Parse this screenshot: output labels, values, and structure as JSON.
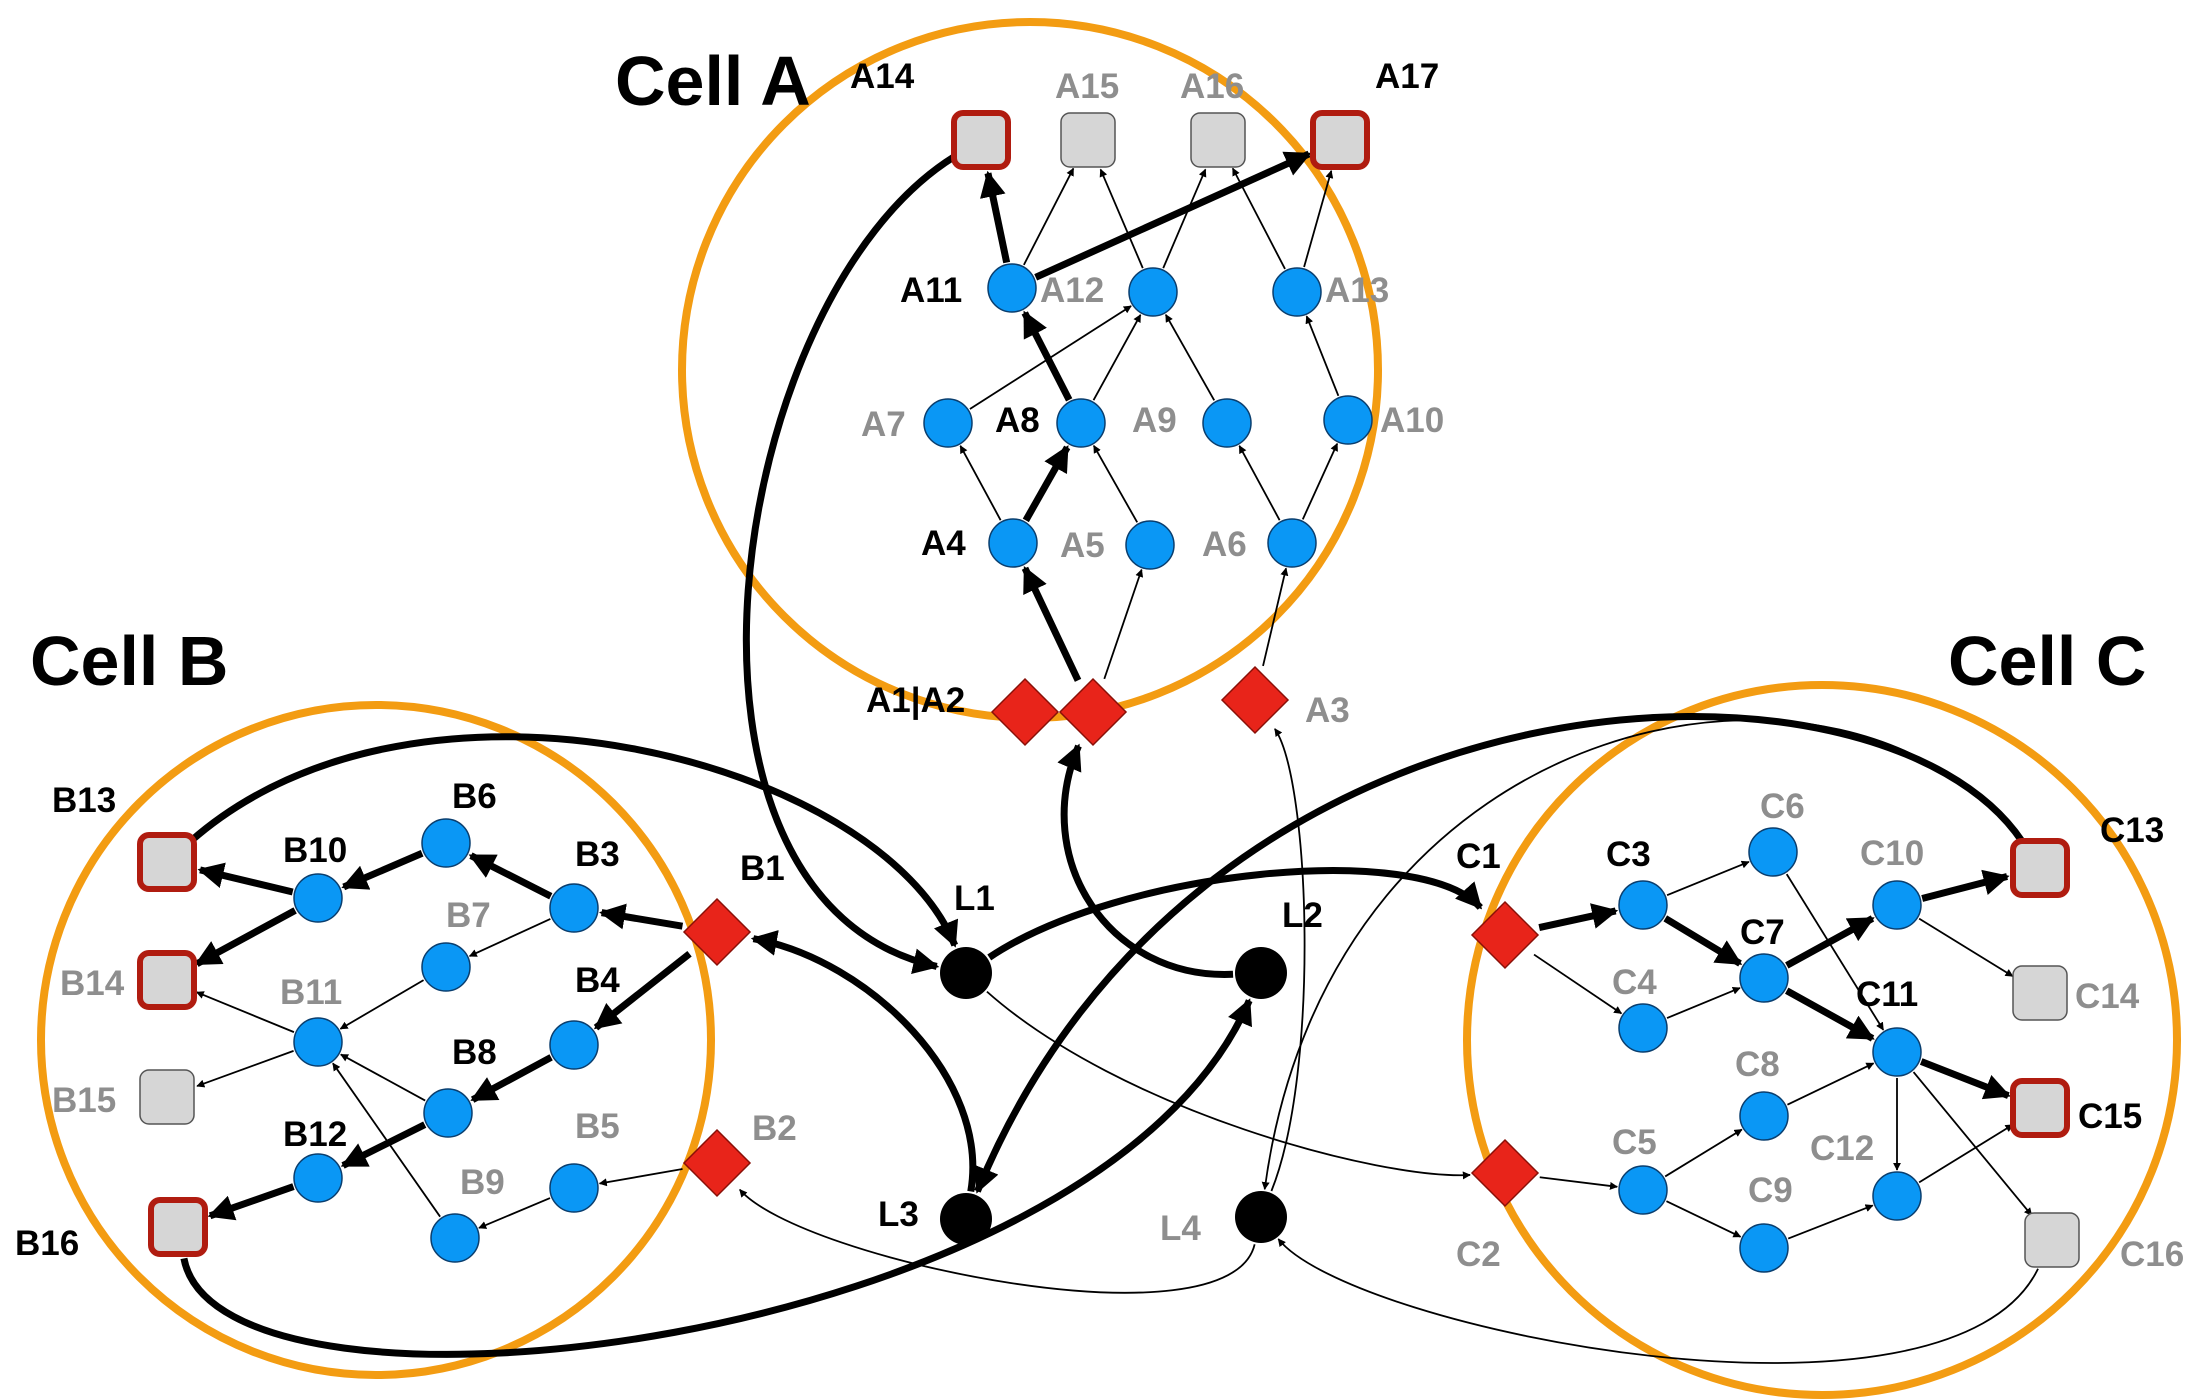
{
  "titles": {
    "cell_a": "Cell A",
    "cell_b": "Cell B",
    "cell_c": "Cell C"
  },
  "colors": {
    "cell_border": "#F39C12",
    "neuron": "#0A97F5",
    "input": "#E8241A",
    "output_fill": "#D6D6D6",
    "output_active_border": "#B01C10",
    "link_node": "#000000",
    "active_label": "#000000",
    "inactive_label": "#8E8E8E"
  },
  "labels": {
    "A1A2": "A1|A2",
    "A3": "A3",
    "A4": "A4",
    "A5": "A5",
    "A6": "A6",
    "A7": "A7",
    "A8": "A8",
    "A9": "A9",
    "A10": "A10",
    "A11": "A11",
    "A12": "A12",
    "A13": "A13",
    "A14": "A14",
    "A15": "A15",
    "A16": "A16",
    "A17": "A17",
    "B1": "B1",
    "B2": "B2",
    "B3": "B3",
    "B4": "B4",
    "B5": "B5",
    "B6": "B6",
    "B7": "B7",
    "B8": "B8",
    "B9": "B9",
    "B10": "B10",
    "B11": "B11",
    "B12": "B12",
    "B13": "B13",
    "B14": "B14",
    "B15": "B15",
    "B16": "B16",
    "C1": "C1",
    "C2": "C2",
    "C3": "C3",
    "C4": "C4",
    "C5": "C5",
    "C6": "C6",
    "C7": "C7",
    "C8": "C8",
    "C9": "C9",
    "C10": "C10",
    "C11": "C11",
    "C12": "C12",
    "C13": "C13",
    "C14": "C14",
    "C15": "C15",
    "C16": "C16",
    "L1": "L1",
    "L2": "L2",
    "L3": "L3",
    "L4": "L4"
  },
  "node_types": {
    "input": [
      "A1",
      "A2",
      "A3",
      "B1",
      "B2",
      "C1",
      "C2"
    ],
    "neuron": [
      "A4",
      "A5",
      "A6",
      "A7",
      "A8",
      "A9",
      "A10",
      "A11",
      "A12",
      "A13",
      "B3",
      "B4",
      "B5",
      "B6",
      "B7",
      "B8",
      "B9",
      "B10",
      "B11",
      "B12",
      "C3",
      "C4",
      "C5",
      "C6",
      "C7",
      "C8",
      "C9",
      "C10",
      "C11",
      "C12"
    ],
    "output": [
      "A14",
      "A15",
      "A16",
      "A17",
      "B13",
      "B14",
      "B15",
      "B16",
      "C13",
      "C14",
      "C15",
      "C16"
    ],
    "link": [
      "L1",
      "L2",
      "L3",
      "L4"
    ]
  },
  "active_outputs": [
    "A14",
    "A17",
    "B13",
    "B14",
    "B16",
    "C13",
    "C15"
  ],
  "edges": [
    [
      "A2",
      "A4",
      1
    ],
    [
      "A2",
      "A5",
      0
    ],
    [
      "A3",
      "A6",
      0
    ],
    [
      "A4",
      "A7",
      0
    ],
    [
      "A4",
      "A8",
      1
    ],
    [
      "A5",
      "A8",
      0
    ],
    [
      "A6",
      "A9",
      0
    ],
    [
      "A6",
      "A10",
      0
    ],
    [
      "A7",
      "A12",
      0
    ],
    [
      "A8",
      "A11",
      1
    ],
    [
      "A8",
      "A12",
      0
    ],
    [
      "A9",
      "A12",
      0
    ],
    [
      "A10",
      "A13",
      0
    ],
    [
      "A11",
      "A14",
      1
    ],
    [
      "A11",
      "A15",
      0
    ],
    [
      "A11",
      "A17",
      1
    ],
    [
      "A12",
      "A15",
      0
    ],
    [
      "A12",
      "A16",
      0
    ],
    [
      "A13",
      "A16",
      0
    ],
    [
      "A13",
      "A17",
      0
    ],
    [
      "B1",
      "B3",
      1
    ],
    [
      "B1",
      "B4",
      1
    ],
    [
      "B2",
      "B5",
      0
    ],
    [
      "B3",
      "B6",
      1
    ],
    [
      "B3",
      "B7",
      0
    ],
    [
      "B4",
      "B8",
      1
    ],
    [
      "B5",
      "B9",
      0
    ],
    [
      "B6",
      "B10",
      1
    ],
    [
      "B7",
      "B11",
      0
    ],
    [
      "B8",
      "B11",
      0
    ],
    [
      "B8",
      "B12",
      1
    ],
    [
      "B9",
      "B11",
      0
    ],
    [
      "B10",
      "B13",
      1
    ],
    [
      "B10",
      "B14",
      1
    ],
    [
      "B11",
      "B14",
      0
    ],
    [
      "B11",
      "B15",
      0
    ],
    [
      "B12",
      "B16",
      1
    ],
    [
      "C1",
      "C3",
      1
    ],
    [
      "C1",
      "C4",
      0
    ],
    [
      "C2",
      "C5",
      0
    ],
    [
      "C3",
      "C6",
      0
    ],
    [
      "C3",
      "C7",
      1
    ],
    [
      "C4",
      "C7",
      0
    ],
    [
      "C5",
      "C8",
      0
    ],
    [
      "C5",
      "C9",
      0
    ],
    [
      "C6",
      "C11",
      0
    ],
    [
      "C7",
      "C10",
      1
    ],
    [
      "C7",
      "C11",
      1
    ],
    [
      "C8",
      "C11",
      0
    ],
    [
      "C9",
      "C12",
      0
    ],
    [
      "C10",
      "C13",
      1
    ],
    [
      "C10",
      "C14",
      0
    ],
    [
      "C11",
      "C12",
      0
    ],
    [
      "C11",
      "C15",
      1
    ],
    [
      "C11",
      "C16",
      0
    ],
    [
      "C12",
      "C15",
      0
    ],
    [
      "A14",
      "L1",
      1
    ],
    [
      "B13",
      "L1",
      1
    ],
    [
      "L1",
      "C1",
      1
    ],
    [
      "L1",
      "C2",
      0
    ],
    [
      "C13",
      "L3",
      1
    ],
    [
      "B16",
      "L2",
      1
    ],
    [
      "L2",
      "A2",
      1
    ],
    [
      "L3",
      "B1",
      1
    ],
    [
      "C13",
      "L4",
      0
    ],
    [
      "L4",
      "A3",
      0
    ],
    [
      "C16",
      "L4",
      0
    ],
    [
      "L4",
      "B2",
      0
    ]
  ]
}
